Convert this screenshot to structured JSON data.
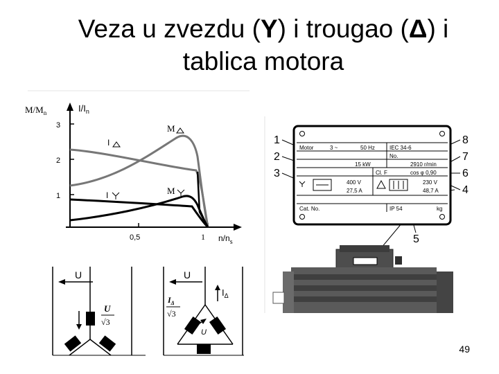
{
  "slide": {
    "title_line1_a": "Veza u  zvezdu (",
    "title_line1_sym_y": "Y",
    "title_line1_b": ") i trougao (",
    "title_line1_sym_delta": "Δ",
    "title_line1_c": ") i",
    "title_line2": "tablica motora",
    "page_number": "49"
  },
  "graph": {
    "ylabel_left": "M/M",
    "ylabel_left_sub": "n",
    "ylabel_right": "I/I",
    "ylabel_right_sub": "n",
    "yticks": [
      "3",
      "2",
      "1"
    ],
    "xticks": [
      "0,5",
      "1"
    ],
    "xlabel": "n/n",
    "xlabel_sub": "s",
    "label_i_delta": "I",
    "label_i_y": "I",
    "label_m_delta": "M",
    "label_m_y": "M"
  },
  "circuits": {
    "star_u": "U",
    "star_frac_num": "U",
    "star_frac_den": "√3",
    "delta_u": "U",
    "delta_i": "I",
    "delta_i_sub": "Δ",
    "delta_frac_num": "I",
    "delta_frac_num_sub": "Δ",
    "delta_frac_den": "√3",
    "delta_inner_u": "U"
  },
  "nameplate": {
    "callouts_left": [
      "1",
      "2",
      "3"
    ],
    "callouts_right": [
      "8",
      "7",
      "6",
      "4"
    ],
    "callout_bottom": "5",
    "row1": [
      "Motor",
      "3 ~",
      "50 Hz",
      "IEC 34-6"
    ],
    "row2": [
      "No."
    ],
    "row3": [
      "15 kW",
      "2910 r/min"
    ],
    "row4": [
      "Cl. F",
      "cos φ 0,90"
    ],
    "row5_y": [
      "400 V",
      "27,5 A"
    ],
    "row5_delta": [
      "230 V",
      "48,7 A"
    ],
    "row6": [
      "Cat. No.",
      "IP 54",
      "kg"
    ]
  }
}
